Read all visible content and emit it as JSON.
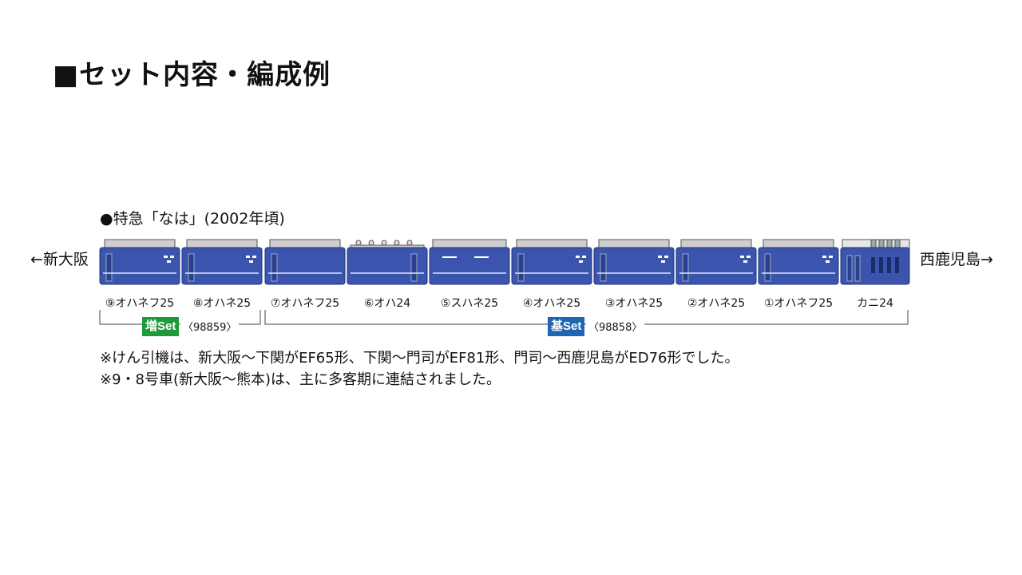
{
  "title": "■セット内容・編成例",
  "subtitle": "●特急「なは」(2002年頃)",
  "destinations": {
    "left": "←新大阪",
    "right": "西鹿児島→"
  },
  "colors": {
    "car_body": "#3b55ae",
    "car_roof": "#c9c9c9",
    "add_set": "#1f9a3a",
    "base_set": "#1e66b3"
  },
  "cars": [
    {
      "label": "⑨オハネフ25"
    },
    {
      "label": "⑧オハネ25"
    },
    {
      "label": "⑦オハネフ25"
    },
    {
      "label": "⑥オハ24"
    },
    {
      "label": "⑤スハネ25"
    },
    {
      "label": "④オハネ25"
    },
    {
      "label": "③オハネ25"
    },
    {
      "label": "②オハネ25"
    },
    {
      "label": "①オハネフ25"
    },
    {
      "label": "カニ24"
    }
  ],
  "sets": {
    "add": {
      "tag": "増Set",
      "number": "〈98859〉"
    },
    "base": {
      "tag": "基Set",
      "number": "〈98858〉"
    }
  },
  "notes": [
    "※けん引機は、新大阪～下関がEF65形、下関～門司がEF81形、門司～西鹿児島がED76形でした。",
    "※9・8号車(新大阪～熊本)は、主に多客期に連結されました。"
  ]
}
